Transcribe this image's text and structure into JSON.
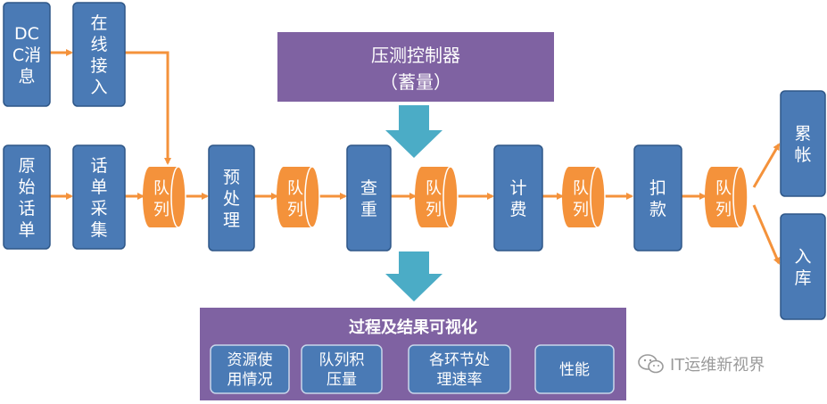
{
  "colors": {
    "box": "#4a7ab5",
    "box_stroke": "#2f5788",
    "queue": "#f4923b",
    "arrow": "#f4923b",
    "controller": "#7f62a2",
    "viz_panel": "#7f62a2",
    "viz_item": "#4a7ab5",
    "down_arrow": "#4bacc6",
    "text_light": "#ffffff"
  },
  "nodes": {
    "dc_msg": [
      "DC",
      "C消",
      "息"
    ],
    "online": [
      "在",
      "线",
      "接",
      "入"
    ],
    "raw_cdr": [
      "原",
      "始",
      "话",
      "单"
    ],
    "cdr_collect": [
      "话",
      "单",
      "采",
      "集"
    ],
    "preprocess": [
      "预",
      "处",
      "理"
    ],
    "dedup": [
      "查",
      "重"
    ],
    "billing": [
      "计",
      "费"
    ],
    "deduct": [
      "扣",
      "款"
    ],
    "accumulate": [
      "累",
      "帐"
    ],
    "storage": [
      "入",
      "库"
    ]
  },
  "queue_label": [
    "队",
    "列"
  ],
  "controller": {
    "line1": "压测控制器",
    "line2": "（蓄量）"
  },
  "viz": {
    "title": "过程及结果可视化",
    "items": [
      [
        "资源使",
        "用情况"
      ],
      [
        "队列积",
        "压量"
      ],
      [
        "各环节处",
        "理速率"
      ],
      [
        "性能"
      ]
    ]
  },
  "watermark": "IT运维新视界"
}
